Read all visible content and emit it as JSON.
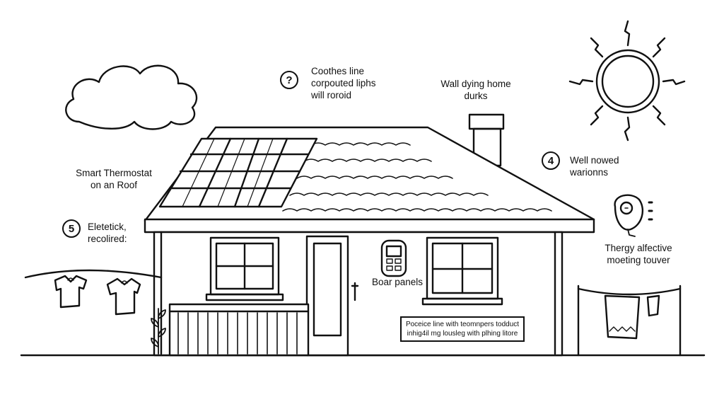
{
  "labels": {
    "clothes_line_top": [
      "Coothes line",
      "corpouted liphs",
      "will roroid"
    ],
    "wall_dying": [
      "Wall dying home",
      "durks"
    ],
    "smart_thermostat": [
      "Smart Thermostat",
      "on an Roof"
    ],
    "electric": [
      "Eletetick,",
      "recolired:"
    ],
    "well_nowed": [
      "Well nowed",
      "warionns"
    ],
    "energy_effective": [
      "Thergy alfective",
      "moeting touver"
    ],
    "solar_panels": "Boar panels",
    "sign": [
      "Poceice line with teomnpers todduct",
      "inhig4il mg lousleg with plhing litore"
    ]
  },
  "badges": {
    "question": "?",
    "four": "4",
    "five": "5"
  },
  "colors": {
    "ink": "#111111",
    "paper": "#ffffff"
  }
}
